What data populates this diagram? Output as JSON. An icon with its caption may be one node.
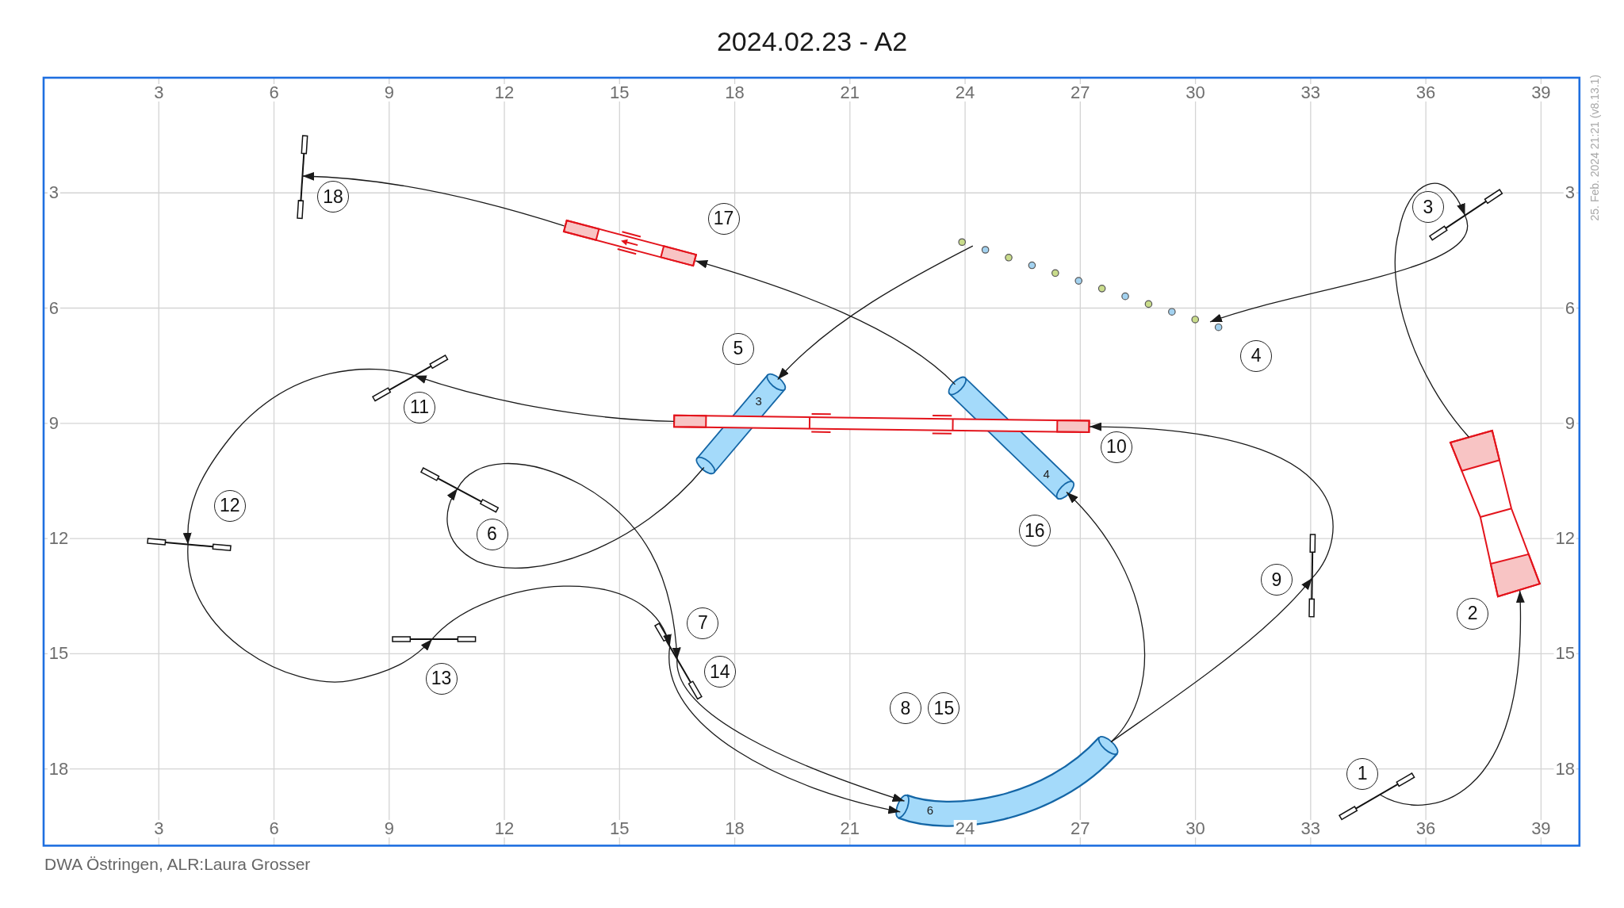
{
  "diagram": {
    "title": "2024.02.23 - A2",
    "caption": "DWA Östringen, ALR:Laura Grosser",
    "nodes": [
      {
        "text": [],
        "shape": "bar",
        "beside": [
          "1"
        ]
      },
      {
        "text": [],
        "shape": "box",
        "beside": [
          "2"
        ]
      },
      {
        "text": [],
        "shape": "bar",
        "beside": [
          "3"
        ]
      },
      {
        "text": [],
        "shape": "dots",
        "beside": [
          "4"
        ]
      },
      {
        "text": [
          "3"
        ],
        "beside": [
          "5"
        ]
      },
      {
        "text": [],
        "shape": "bar",
        "beside": [
          "6"
        ]
      },
      {
        "text": [],
        "shape": "bar",
        "beside": [
          "7",
          "14"
        ]
      },
      {
        "text": [
          "6"
        ],
        "beside": [
          "8",
          "15"
        ]
      },
      {
        "text": [],
        "shape": "bar",
        "beside": [
          "9"
        ]
      },
      {
        "text": [],
        "shape": "box",
        "beside": [
          "10"
        ]
      },
      {
        "text": [],
        "shape": "bar",
        "beside": [
          "11"
        ]
      },
      {
        "text": [],
        "shape": "bar",
        "beside": [
          "12"
        ]
      },
      {
        "text": [],
        "shape": "bar",
        "beside": [
          "13"
        ]
      },
      {
        "text": [
          "4"
        ],
        "beside": [
          "16"
        ]
      },
      {
        "text": [],
        "shape": "box",
        "beside": [
          "17"
        ]
      },
      {
        "text": [],
        "shape": "bar",
        "beside": [
          "18"
        ]
      }
    ],
    "edges": [
      {
        "from": 0,
        "to": 1,
        "arrow": "to"
      },
      {
        "from": 1,
        "to": 2,
        "arrow": "to"
      },
      {
        "from": 2,
        "to": 3,
        "arrow": "to"
      },
      {
        "from": 3,
        "to": 4,
        "arrow": "to"
      },
      {
        "from": 4,
        "to": 5,
        "arrow": "to"
      },
      {
        "from": 5,
        "to": 6,
        "arrow": "to"
      },
      {
        "from": 6,
        "to": 7,
        "arrow": "to"
      },
      {
        "from": 7,
        "to": 8,
        "arrow": "to"
      },
      {
        "from": 8,
        "to": 9,
        "arrow": "to"
      },
      {
        "from": 9,
        "to": 10,
        "arrow": "to"
      },
      {
        "from": 10,
        "to": 11,
        "arrow": "to"
      },
      {
        "from": 11,
        "to": 12,
        "arrow": "to"
      },
      {
        "from": 12,
        "to": 6,
        "arrow": "to"
      },
      {
        "from": 6,
        "to": 7,
        "arrow": "to"
      },
      {
        "from": 7,
        "to": 13,
        "arrow": "to"
      },
      {
        "from": 13,
        "to": 14,
        "arrow": "to"
      },
      {
        "from": 14,
        "to": 15,
        "arrow": "to"
      }
    ],
    "labels": [
      "3",
      "6",
      "9",
      "12",
      "15",
      "18",
      "21",
      "24",
      "27",
      "30",
      "33",
      "36",
      "39",
      "3",
      "6",
      "9",
      "12",
      "15",
      "18",
      "3",
      "6",
      "9",
      "12",
      "15",
      "18",
      "3",
      "6",
      "9",
      "12",
      "15",
      "18",
      "21",
      "24",
      "27",
      "30",
      "33",
      "36",
      "39",
      "25. Feb. 2024 21:21 (v8.13.1)"
    ]
  }
}
